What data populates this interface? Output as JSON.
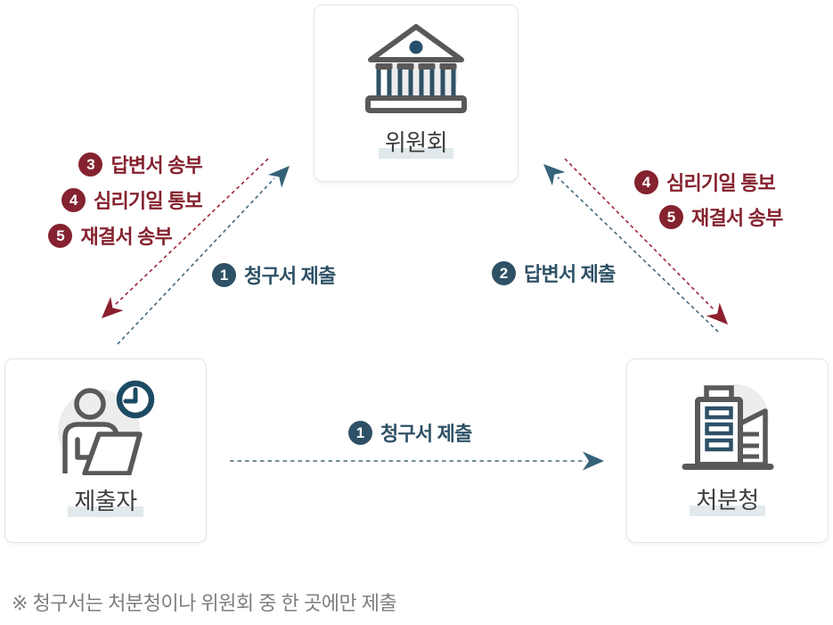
{
  "colors": {
    "red": "#85222f",
    "red-line": "#a02536",
    "navy": "#2e5166",
    "navy-line": "#44677c",
    "arrow-navy": "#356379",
    "card-border": "#e4e4e4",
    "text-dark": "#3c3c3c",
    "note-gray": "#7e7e7e",
    "highlight": "#e2e9ec",
    "icon-gray": "#595959",
    "icon-bg": "#ededed"
  },
  "nodes": {
    "committee": {
      "label": "위원회",
      "icon": "bank-building-icon"
    },
    "submitter": {
      "label": "제출자",
      "icon": "person-laptop-clock-icon"
    },
    "agency": {
      "label": "처분청",
      "icon": "office-building-icon"
    }
  },
  "flows": {
    "committee_to_submitter": {
      "items": [
        {
          "num": "3",
          "text": "답변서 송부"
        },
        {
          "num": "4",
          "text": "심리기일 통보"
        },
        {
          "num": "5",
          "text": "재결서 송부"
        }
      ]
    },
    "submitter_to_committee": {
      "num": "1",
      "text": "청구서 제출"
    },
    "committee_to_agency": {
      "items": [
        {
          "num": "4",
          "text": "심리기일 통보"
        },
        {
          "num": "5",
          "text": "재결서 송부"
        }
      ]
    },
    "agency_to_committee": {
      "num": "2",
      "text": "답변서 제출"
    },
    "submitter_to_agency": {
      "num": "1",
      "text": "청구서 제출"
    }
  },
  "note": "※ 청구서는 처분청이나 위원회 중 한 곳에만 제출"
}
